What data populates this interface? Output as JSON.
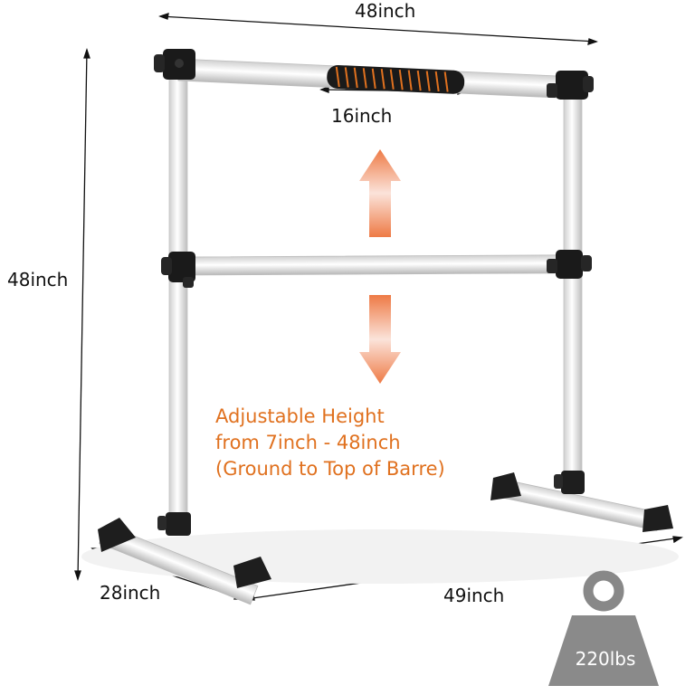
{
  "dimensions": {
    "top_width": "48inch",
    "grip_length": "16inch",
    "total_height": "48inch",
    "base_depth": "28inch",
    "base_length": "49inch"
  },
  "adjust_text": {
    "line1": "Adjustable Height",
    "line2": "from 7inch - 48inch",
    "line3": "(Ground to Top of Barre)"
  },
  "weight_capacity": "220lbs",
  "colors": {
    "accent_orange": "#e0711f",
    "tube": "#f2f2f2",
    "connector": "#1a1a1a",
    "weight": "#8a8a8a"
  },
  "icons": [
    "weight-icon",
    "up-down-arrow-icon"
  ]
}
